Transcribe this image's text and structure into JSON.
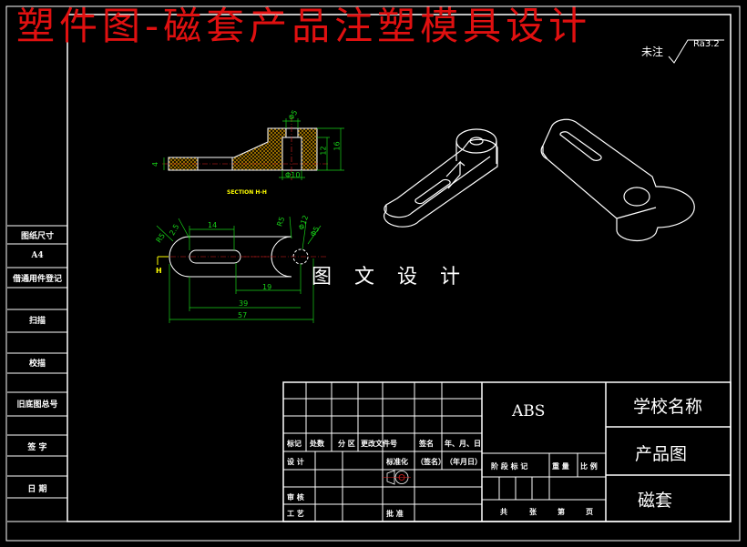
{
  "banner_title": "塑件图-磁套产品注塑模具设计",
  "watermark": "图 文 设 计",
  "roughness": {
    "label": "未注",
    "value": "Ra3.2"
  },
  "side_labels": [
    "图纸尺寸",
    "A4",
    "借通用件登记",
    "扫描",
    "校描",
    "旧底图总号",
    "签 字",
    "日 期"
  ],
  "title_block": {
    "material": "ABS",
    "school": "学校名称",
    "product": "产品图",
    "part": "磁套",
    "revision_headers": [
      "标记",
      "处数",
      "分 区",
      "更改文件号",
      "签名",
      "年、月、日"
    ],
    "design_label": "设 计",
    "standard_label": "标准化",
    "sign_label": "（签名）",
    "date_label": "（年月日）",
    "stage_headers": [
      "阶 段 标 记",
      "重 量",
      "比 例"
    ],
    "review_label": "审 核",
    "process_label": "工 艺",
    "approve_label": "批 准",
    "sheet_labels": [
      "共",
      "张",
      "第",
      "页"
    ]
  },
  "dims": {
    "d5": "Φ5",
    "d12": "12",
    "d16": "16",
    "d4": "4",
    "d10": "Φ10",
    "section": "SECTION H-H",
    "d14": "14",
    "d19": "19",
    "d39": "39",
    "d57": "57",
    "r5": "R5",
    "r2_5": "2.5",
    "r5b": "R5",
    "d12b": "Φ12",
    "d5b": "Φ5",
    "h": "H"
  }
}
